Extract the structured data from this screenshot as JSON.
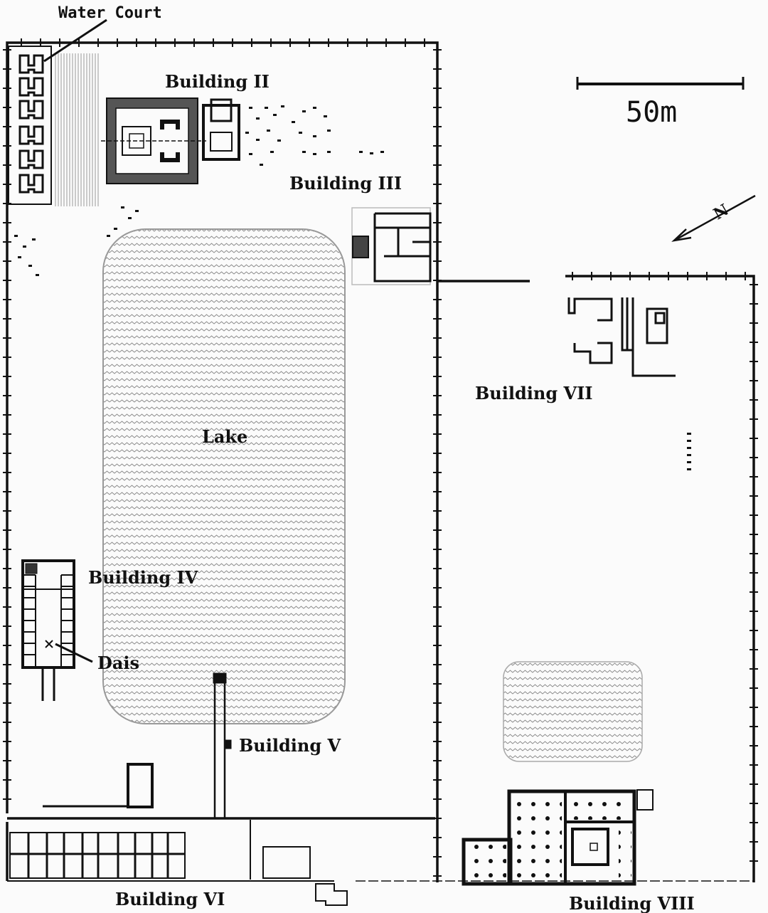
{
  "labels": {
    "water_court": "Water Court",
    "building_ii": "Building II",
    "building_iii": "Building III",
    "lake": "Lake",
    "building_iv": "Building IV",
    "dais": "Dais",
    "building_v": "Building V",
    "building_vi": "Building VI",
    "building_vii": "Building VII",
    "building_viii": "Building VIII"
  },
  "scale_bar": {
    "label": "50m"
  },
  "north_arrow": {
    "letter": "N"
  },
  "colors": {
    "ink": "#111111",
    "water": "#8a8a8a",
    "background": "#fbfbfb"
  }
}
